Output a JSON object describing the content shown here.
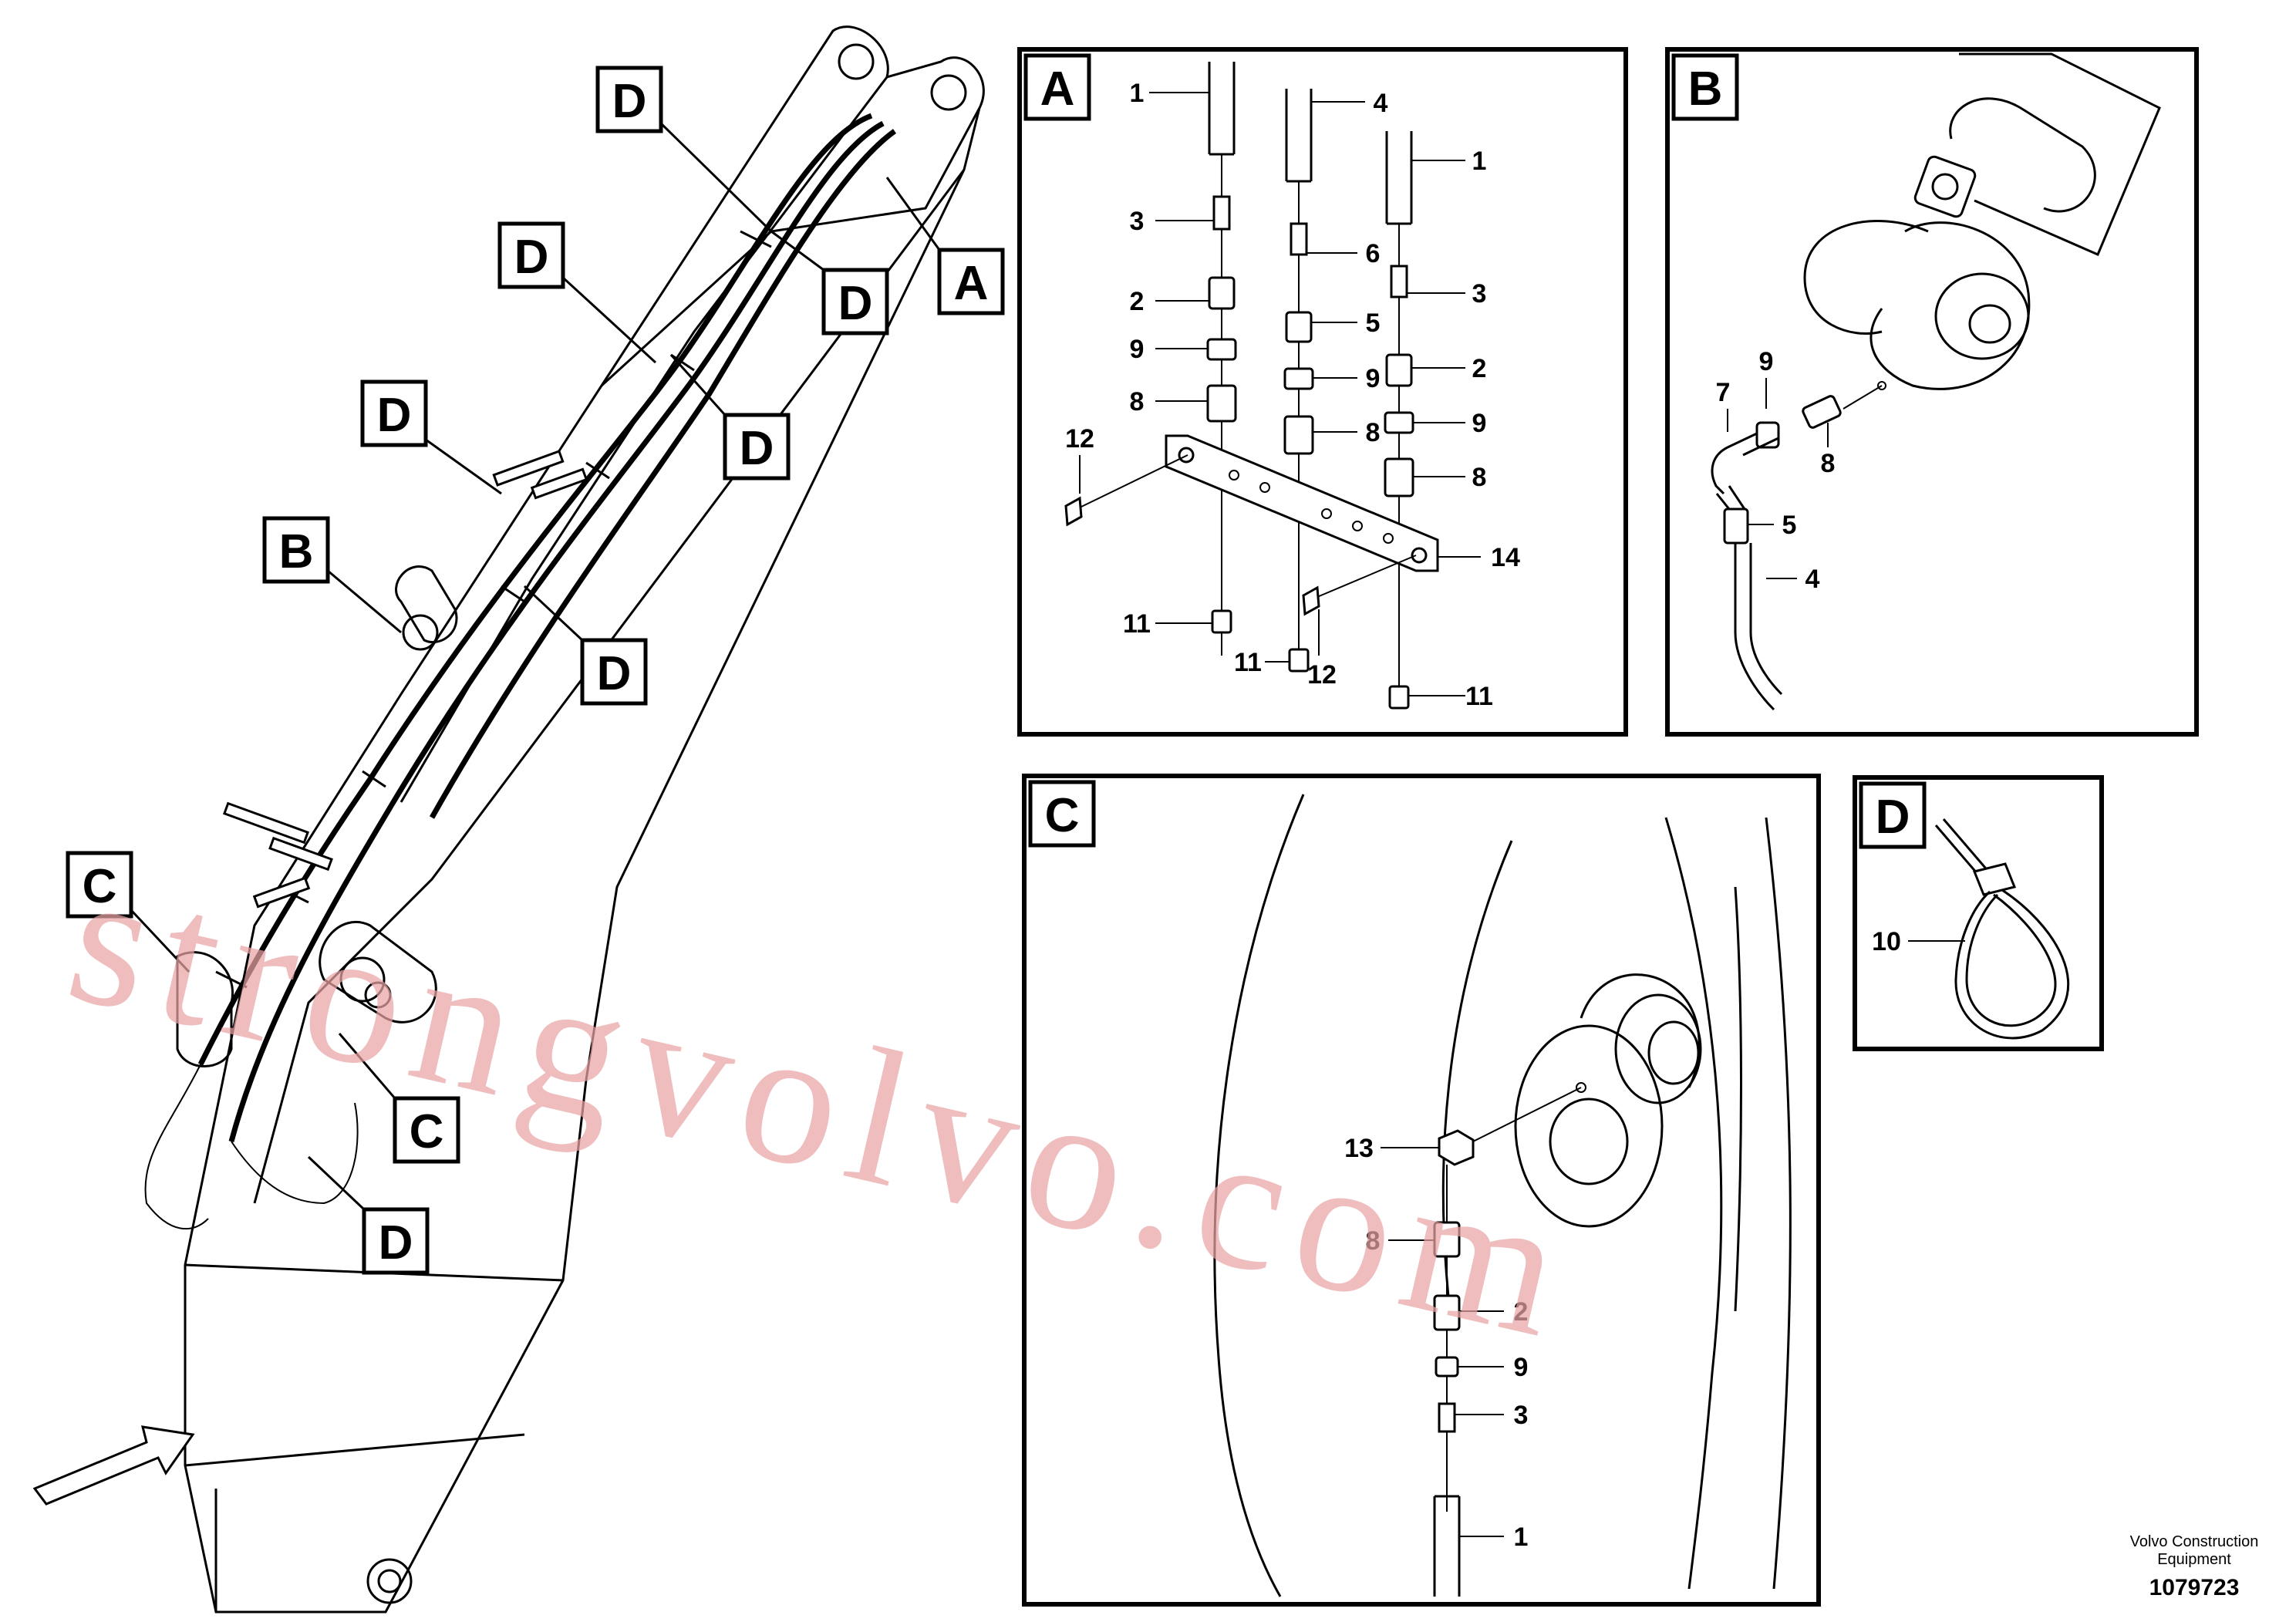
{
  "callouts": {
    "letter_a": "A",
    "letter_b": "B",
    "letter_c": "C",
    "letter_d": "D"
  },
  "panels": {
    "A": {
      "title": "A",
      "labels": [
        "1",
        "4",
        "1",
        "3",
        "6",
        "3",
        "2",
        "5",
        "2",
        "9",
        "9",
        "9",
        "8",
        "8",
        "8",
        "12",
        "14",
        "12",
        "11",
        "11",
        "11"
      ]
    },
    "B": {
      "title": "B",
      "labels": [
        "7",
        "9",
        "8",
        "5",
        "4"
      ]
    },
    "C": {
      "title": "C",
      "labels": [
        "13",
        "8",
        "2",
        "9",
        "3",
        "1"
      ]
    },
    "D": {
      "title": "D",
      "labels": [
        "10"
      ]
    }
  },
  "footer": {
    "company_line1": "Volvo Construction",
    "company_line2": "Equipment",
    "doc_number": "1079723"
  },
  "watermark": "strongvolvo.com"
}
